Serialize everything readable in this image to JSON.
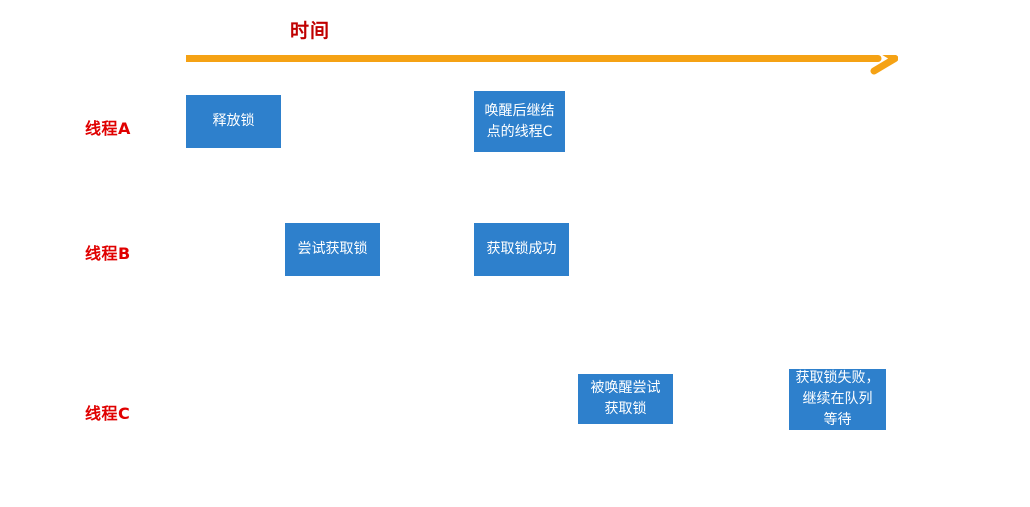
{
  "diagram": {
    "title": "时间",
    "title_color": "#C00000",
    "axis_color": "#F5A214",
    "lane_label_color": "#E00000",
    "box_color": "#2E80CC",
    "box_text_color": "#FFFFFF",
    "lanes": [
      {
        "label": "线程A"
      },
      {
        "label": "线程B"
      },
      {
        "label": "线程C"
      }
    ],
    "events": [
      {
        "text": "释放锁",
        "lane": "线程A"
      },
      {
        "text": "唤醒后继结\n点的线程C",
        "lane": "线程A"
      },
      {
        "text": "尝试获取锁",
        "lane": "线程B"
      },
      {
        "text": "获取锁成功",
        "lane": "线程B"
      },
      {
        "text": "被唤醒尝试\n获取锁",
        "lane": "线程C"
      },
      {
        "text": "获取锁失败，\n继续在队列\n等待",
        "lane": "线程C"
      }
    ]
  }
}
